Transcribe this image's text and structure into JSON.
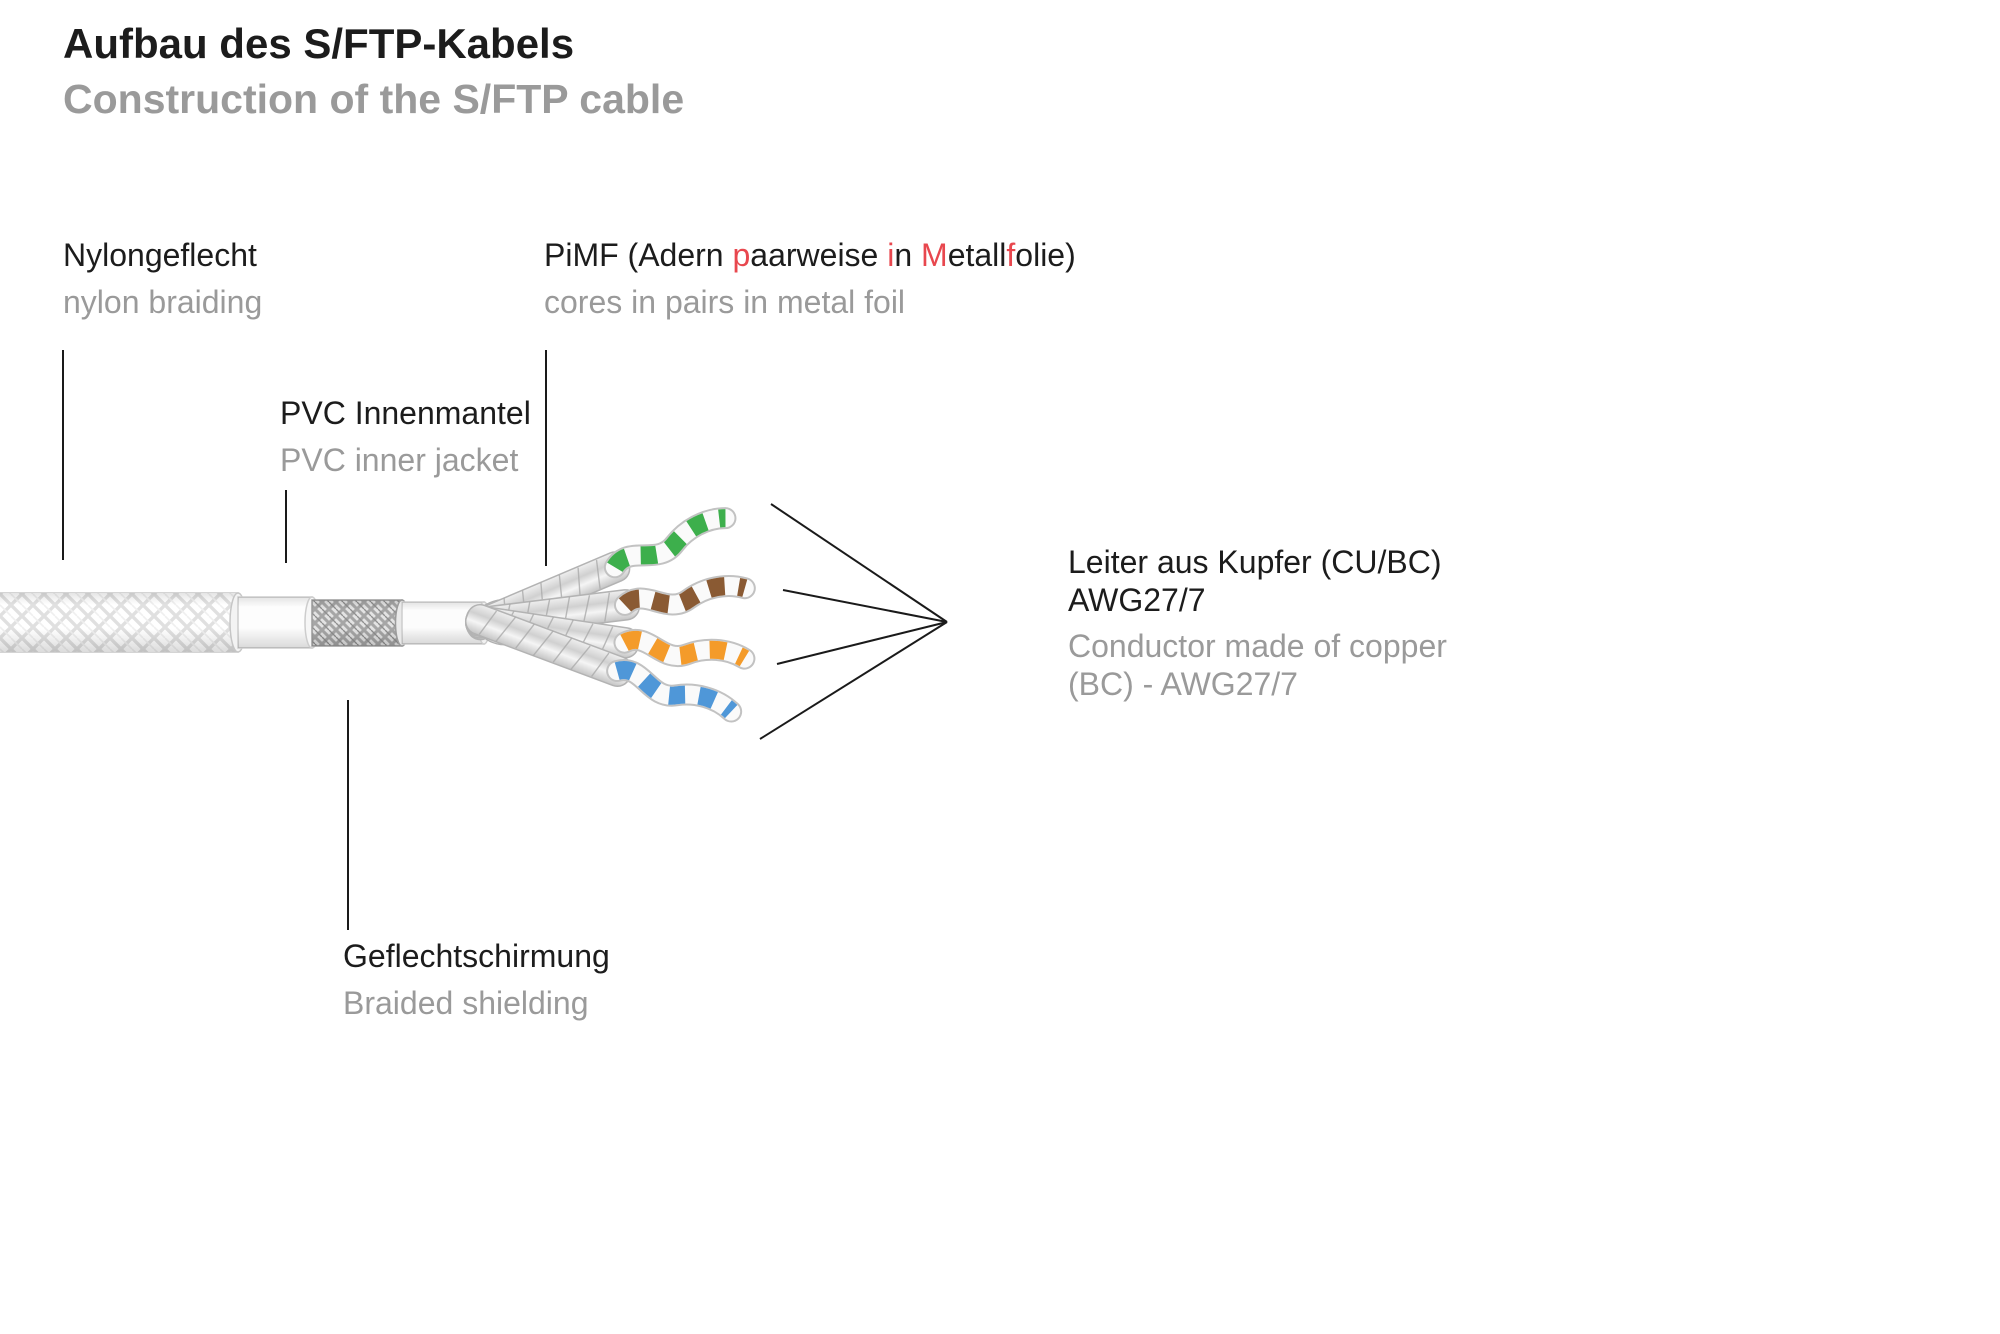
{
  "header": {
    "title": "Aufbau des S/FTP-Kabels",
    "subtitle": "Construction of the S/FTP cable"
  },
  "labels": {
    "nylon": {
      "de": "Nylongeflecht",
      "en": "nylon braiding"
    },
    "pimf": {
      "de_segments": [
        {
          "text": "PiMF (Adern ",
          "highlight": false
        },
        {
          "text": "p",
          "highlight": true
        },
        {
          "text": "aarweise ",
          "highlight": false
        },
        {
          "text": "i",
          "highlight": true
        },
        {
          "text": "n ",
          "highlight": false
        },
        {
          "text": "M",
          "highlight": true
        },
        {
          "text": "etall",
          "highlight": false
        },
        {
          "text": "f",
          "highlight": true
        },
        {
          "text": "olie)",
          "highlight": false
        }
      ],
      "en": "cores in pairs in metal foil"
    },
    "pvc_inner": {
      "de": "PVC Innenmantel",
      "en": "PVC inner jacket"
    },
    "conductor": {
      "de_lines": [
        "Leiter aus Kupfer (CU/BC)",
        "AWG27/7"
      ],
      "en_lines": [
        "Conductor made of copper",
        "(BC) - AWG27/7"
      ]
    },
    "braid_shield": {
      "de": "Geflechtschirmung",
      "en": "Braided shielding"
    }
  },
  "colors": {
    "heading": "#1c1c1c",
    "secondary": "#9a9a9a",
    "highlight_red": "#e8474e",
    "pointer_line": "#1a1a1a",
    "pair_green": "#3daf4c",
    "pair_brown": "#8a5a33",
    "pair_orange": "#f49b2a",
    "pair_blue": "#4f97d8"
  }
}
